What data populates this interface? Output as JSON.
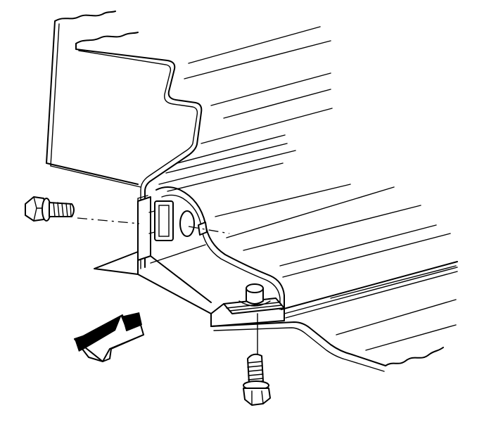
{
  "figure": {
    "labels": [],
    "parts": [
      "vehicle-body-panel",
      "mounting-bracket",
      "mounting-bolt-horizontal",
      "mounting-bolt-vertical",
      "weld-nut",
      "direction-arrow"
    ]
  }
}
